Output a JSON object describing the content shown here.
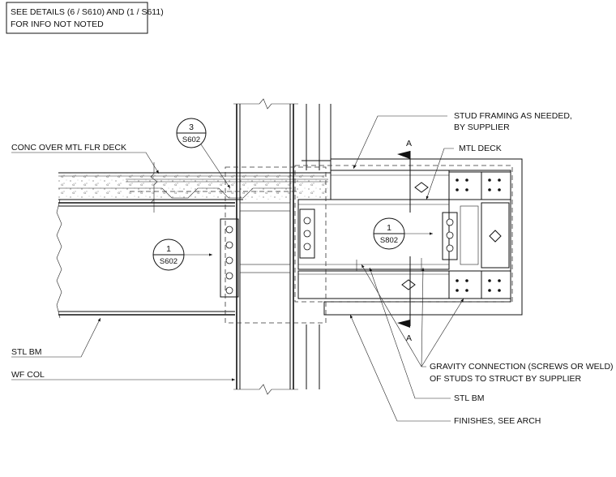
{
  "general_note": {
    "line1": "SEE DETAILS (6 / S610) AND (1 / S611)",
    "line2": "FOR INFO NOT NOTED"
  },
  "callouts": {
    "left_top": "CONC OVER MTL FLR DECK",
    "left_beam": "STL BM",
    "left_col": "WF COL",
    "right_stud": "STUD FRAMING AS NEEDED,",
    "right_stud_2": "BY SUPPLIER",
    "right_deck": "MTL DECK",
    "right_gravity": "GRAVITY CONNECTION (SCREWS OR WELD)",
    "right_gravity_2": "OF STUDS TO STRUCT BY SUPPLIER",
    "right_beam": "STL BM",
    "right_finish": "FINISHES, SEE ARCH"
  },
  "detail_refs": [
    {
      "num": "3",
      "sheet": "S602"
    },
    {
      "num": "1",
      "sheet": "S602"
    },
    {
      "num": "1",
      "sheet": "S802"
    }
  ],
  "section_marks": {
    "top": "A",
    "bottom": "A"
  }
}
